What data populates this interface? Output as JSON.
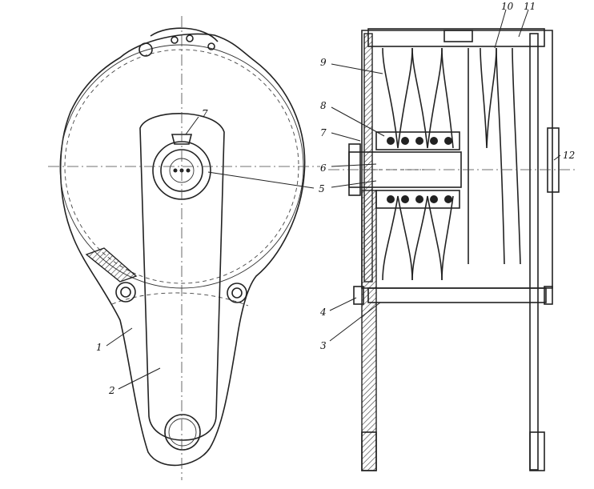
{
  "callouts": {
    "c1": "1",
    "c2": "2",
    "c3": "3",
    "c4": "4",
    "c5": "5",
    "c6": "6",
    "c7_left": "7",
    "c7_right": "7",
    "c8": "8",
    "c9": "9",
    "c10": "10",
    "c11": "11",
    "c12": "12"
  }
}
